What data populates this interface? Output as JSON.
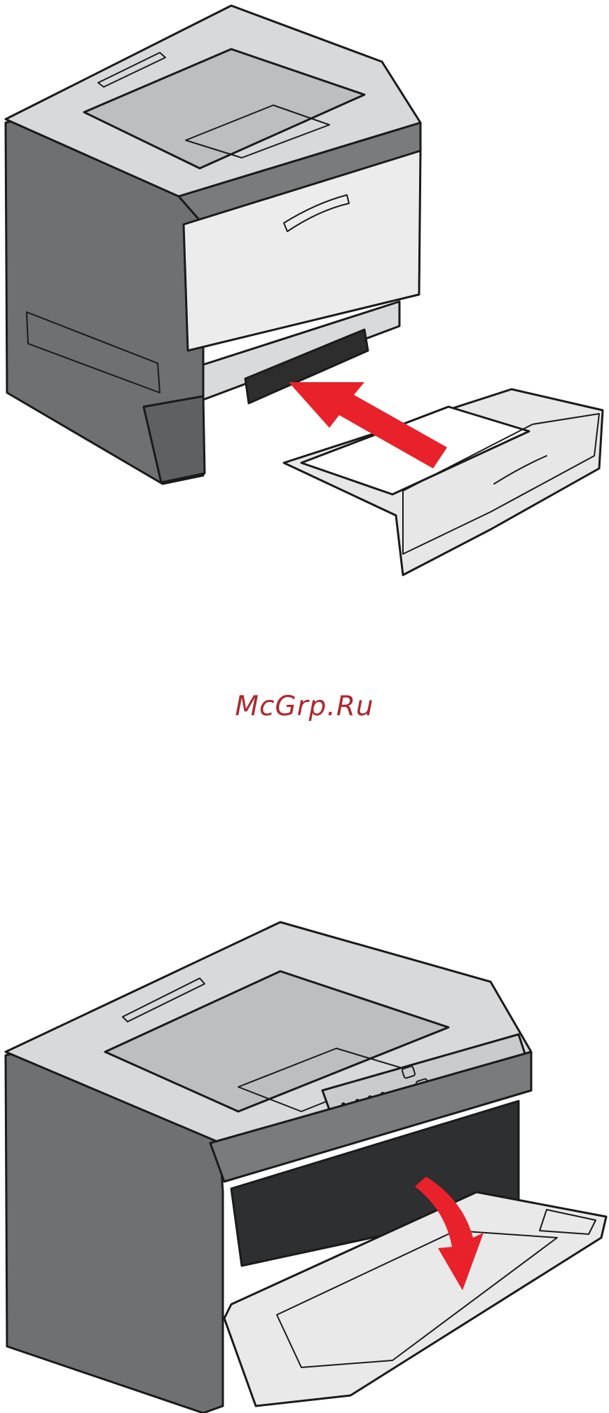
{
  "watermark": {
    "text": "McGrp.Ru",
    "color": "#b0272d"
  },
  "figures": [
    {
      "subject": "printer-with-paper-tray-being-inserted",
      "arrow_color": "#e8212a"
    },
    {
      "subject": "printer-with-multipurpose-feeder-opening",
      "arrow_color": "#e8212a"
    }
  ],
  "colors": {
    "body_dark": "#6b6c6e",
    "body_mid": "#9c9d9f",
    "panel_light": "#eeeeef",
    "outline": "#1a1a1a"
  }
}
